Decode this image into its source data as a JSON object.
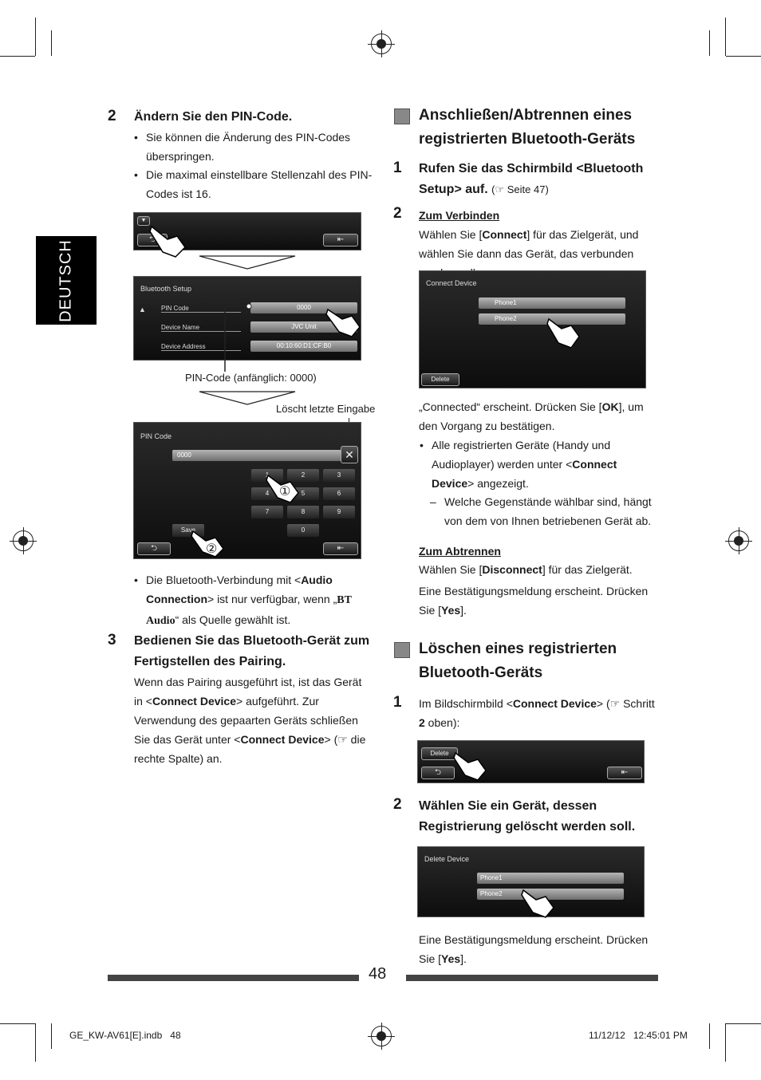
{
  "side_tab": "DEUTSCH",
  "left": {
    "step2": {
      "num": "2",
      "title": "Ändern Sie den PIN-Code.",
      "bullets": [
        "Sie können die Änderung des PIN-Codes überspringen.",
        "Die maximal einstellbare Stellenzahl des PIN-Codes ist 16."
      ]
    },
    "screen1": {},
    "screen2": {
      "title": "Bluetooth Setup",
      "rows": [
        {
          "label": "PIN Code",
          "value": "0000"
        },
        {
          "label": "Device Name",
          "value": "JVC Unit"
        },
        {
          "label": "Device Address",
          "value": "00:10:60:D1:CF:B0"
        }
      ]
    },
    "callout_pin": "PIN-Code (anfänglich: 0000)",
    "callout_delete": "Löscht letzte Eingabe",
    "screen3": {
      "title": "PIN Code",
      "field": "0000",
      "keys": [
        "1",
        "2",
        "3",
        "4",
        "5",
        "6",
        "7",
        "8",
        "9",
        "0"
      ],
      "save": "Save",
      "marker1": "①",
      "marker2": "②"
    },
    "bullet3_a": "Die Bluetooth-Verbindung mit <",
    "bullet3_b": "Audio Connection",
    "bullet3_c": "> ist nur verfügbar, wenn „",
    "bullet3_d": "BT Audio",
    "bullet3_e": "“ als Quelle gewählt ist.",
    "step3": {
      "num": "3",
      "title": "Bedienen Sie das Bluetooth-Gerät zum Fertigstellen des Pairing.",
      "t1": "Wenn das Pairing ausgeführt ist, ist das Gerät in <",
      "t2": "Connect Device",
      "t3": "> aufgeführt. Zur Verwendung des gepaarten Geräts schließen Sie das Gerät unter <",
      "t4": "Connect Device",
      "t5": "> (☞ die rechte Spalte) an."
    }
  },
  "right": {
    "sec1": "Anschließen/Abtrennen eines registrierten Bluetooth-Geräts",
    "s1": {
      "num": "1",
      "a": "Rufen Sie das Schirmbild <Bluetooth Setup> auf.",
      "b": "(☞ Seite 47)"
    },
    "s2": {
      "num": "2",
      "sub": "Zum Verbinden",
      "a": "Wählen Sie [",
      "b": "Connect",
      "c": "] für das Zielgerät, und wählen Sie dann das Gerät, das verbunden werden soll."
    },
    "screen4": {
      "title": "Connect Device",
      "items": [
        "Phone1",
        "Phone2"
      ],
      "delete": "Delete"
    },
    "connected_a": "„Connected“ erscheint. Drücken Sie [",
    "connected_b": "OK",
    "connected_c": "], um den Vorgang zu bestätigen.",
    "bullet_a": "Alle registrierten Geräte (Handy und Audioplayer) werden unter <",
    "bullet_b": "Connect Device",
    "bullet_c": "> angezeigt.",
    "dash": "Welche Gegenstände wählbar sind, hängt von dem von Ihnen betriebenen Gerät ab.",
    "sub2": "Zum Abtrennen",
    "dis_a": "Wählen Sie [",
    "dis_b": "Disconnect",
    "dis_c": "] für das Zielgerät.",
    "confirm1_a": "Eine Bestätigungsmeldung erscheint. Drücken Sie [",
    "confirm1_b": "Yes",
    "confirm1_c": "].",
    "sec2": "Löschen eines registrierten Bluetooth-Geräts",
    "d1": {
      "num": "1",
      "a": "Im Bildschirmbild <",
      "b": "Connect Device",
      "c": "> (☞ Schritt ",
      "d": "2",
      "e": " oben):"
    },
    "screen5": {
      "delete": "Delete"
    },
    "d2": {
      "num": "2",
      "title": "Wählen Sie ein Gerät, dessen Registrierung gelöscht werden soll."
    },
    "screen6": {
      "title": "Delete Device",
      "items": [
        "Phone1",
        "Phone2"
      ]
    },
    "confirm2_a": "Eine Bestätigungsmeldung erscheint. Drücken Sie [",
    "confirm2_b": "Yes",
    "confirm2_c": "]."
  },
  "page_number": "48",
  "footer": {
    "file": "GE_KW-AV61[E].indb   48",
    "date": "11/12/12   12:45:01 PM"
  }
}
